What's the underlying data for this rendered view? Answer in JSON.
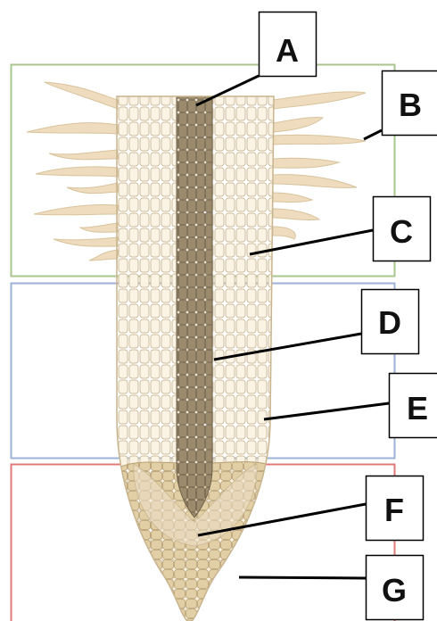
{
  "labels": {
    "A": "A",
    "B": "B",
    "C": "C",
    "D": "D",
    "E": "E",
    "F": "F",
    "G": "G"
  },
  "colors": {
    "zone_top_border": "#a9c68f",
    "zone_middle_border": "#9bb2d6",
    "zone_bottom_border": "#e07a78",
    "root_cell_fill": "#fbf3e4",
    "root_cell_stroke": "#cdbd9e",
    "vascular_fill": "#9b8a6b",
    "vascular_stroke": "#6f6149",
    "root_hair_fill": "#efdcbe",
    "root_cap_fill": "#e2cfa6",
    "root_cap_stroke": "#b79f71",
    "leader_line": "#000000"
  }
}
